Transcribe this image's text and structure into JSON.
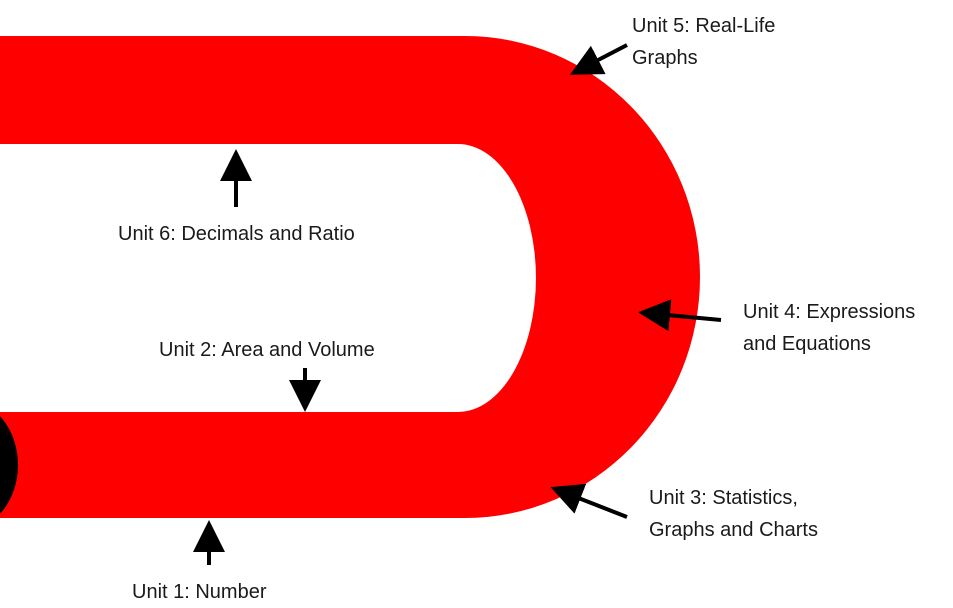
{
  "colors": {
    "track": "#ff0000",
    "arrow": "#000000",
    "start_marker": "#000000"
  },
  "units": [
    {
      "id": "unit-1",
      "lines": [
        "Unit 1: Number"
      ]
    },
    {
      "id": "unit-2",
      "lines": [
        "Unit 2: Area and Volume"
      ]
    },
    {
      "id": "unit-3",
      "lines": [
        "Unit 3: Statistics,",
        "Graphs and Charts"
      ]
    },
    {
      "id": "unit-4",
      "lines": [
        "Unit 4: Expressions",
        "and Equations"
      ]
    },
    {
      "id": "unit-5",
      "lines": [
        "Unit 5: Real-Life",
        "Graphs"
      ]
    },
    {
      "id": "unit-6",
      "lines": [
        "Unit 6: Decimals and Ratio"
      ]
    }
  ]
}
